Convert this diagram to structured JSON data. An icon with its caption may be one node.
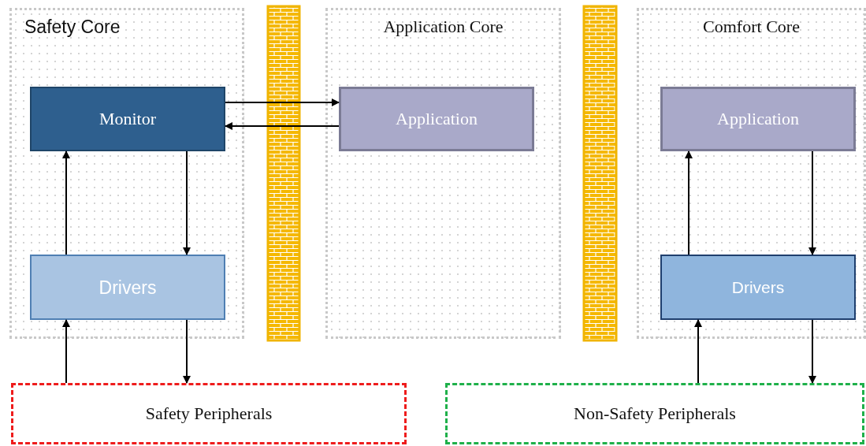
{
  "diagram": {
    "nodes": [
      {
        "text": [
          "Safety Core"
        ]
      },
      {
        "text": [
          "Monitor"
        ],
        "in": 0
      },
      {
        "text": [
          "Drivers"
        ],
        "in": 0
      },
      {
        "text": [
          "Application Core"
        ]
      },
      {
        "text": [
          "Application"
        ],
        "in": 3
      },
      {
        "text": [
          "Comfort Core"
        ]
      },
      {
        "text": [
          "Application"
        ],
        "in": 5
      },
      {
        "text": [
          "Drivers"
        ],
        "in": 5
      },
      {
        "text": [
          "Safety Peripherals"
        ]
      },
      {
        "text": [
          "Non-Safety Peripherals"
        ]
      }
    ],
    "edges": [
      {
        "from": 1,
        "to": 4,
        "arrow": "to"
      },
      {
        "from": 4,
        "to": 1,
        "arrow": "to"
      },
      {
        "from": 2,
        "to": 1,
        "arrow": "to"
      },
      {
        "from": 1,
        "to": 2,
        "arrow": "to"
      },
      {
        "from": 8,
        "to": 2,
        "arrow": "to"
      },
      {
        "from": 2,
        "to": 8,
        "arrow": "to"
      },
      {
        "from": 7,
        "to": 6,
        "arrow": "to"
      },
      {
        "from": 6,
        "to": 7,
        "arrow": "to"
      },
      {
        "from": 9,
        "to": 7,
        "arrow": "to"
      },
      {
        "from": 7,
        "to": 9,
        "arrow": "to"
      }
    ]
  }
}
